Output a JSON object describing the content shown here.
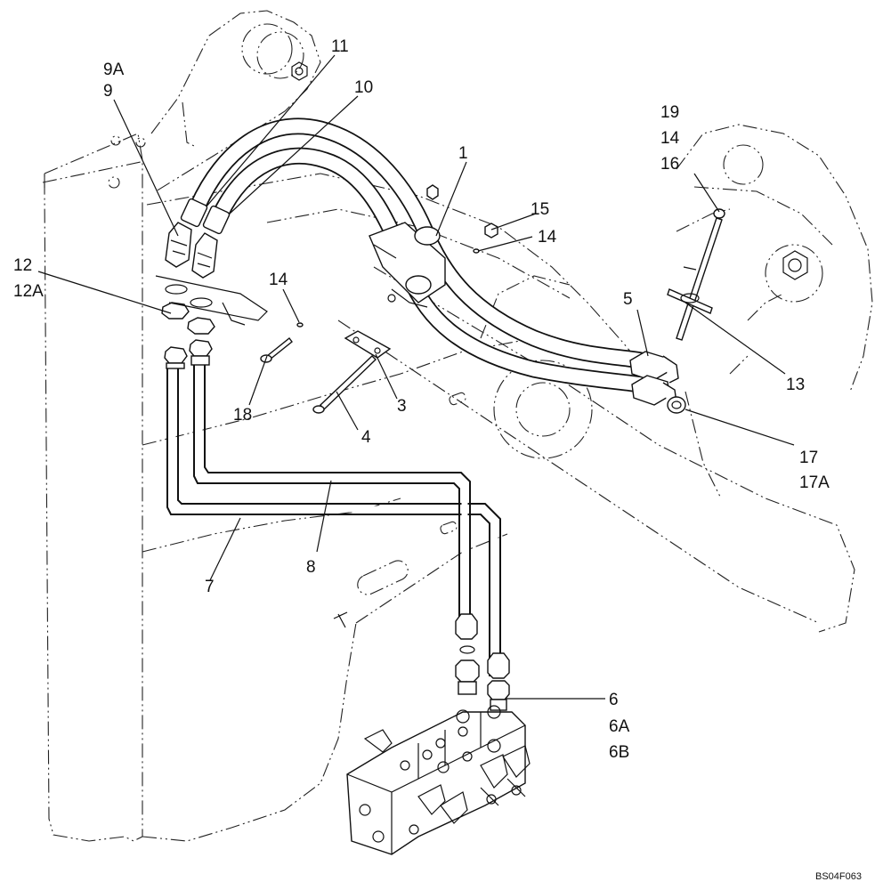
{
  "figure_code": "BS04F063",
  "callouts": [
    "1",
    "3",
    "4",
    "5",
    "6",
    "6A",
    "6B",
    "7",
    "8",
    "9",
    "9A",
    "10",
    "11",
    "12",
    "12A",
    "13",
    "14",
    "14",
    "14",
    "15",
    "16",
    "17",
    "17A",
    "18",
    "19"
  ]
}
